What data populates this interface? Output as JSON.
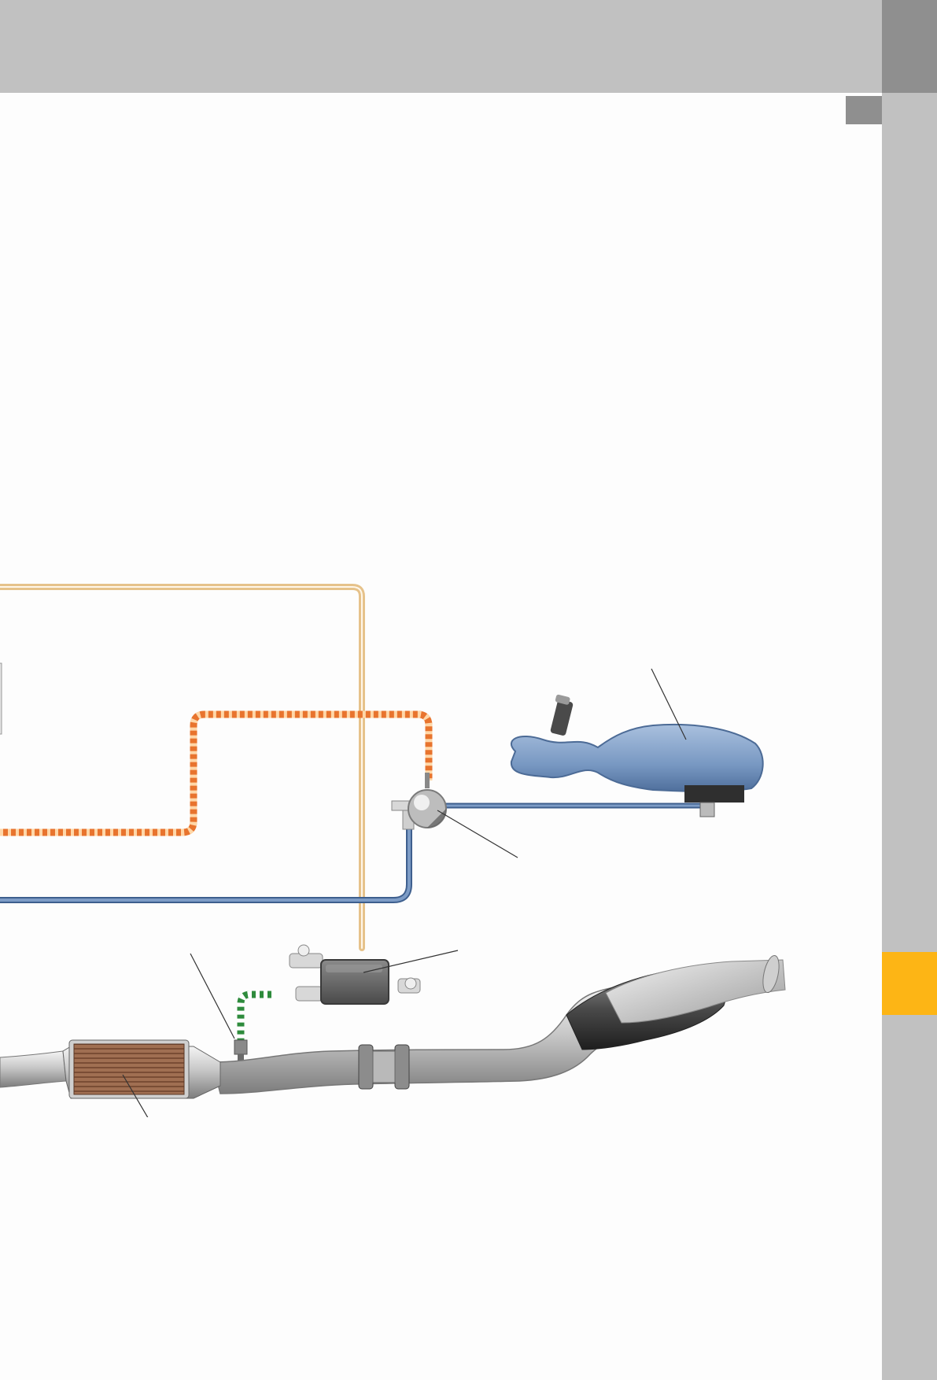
{
  "theme": {
    "header_gray": "#c1c1c1",
    "header_dark_gray": "#8f8f8f",
    "side_strip_gray": "#c1c1c1",
    "accent_yellow": "#fdb515",
    "line_tan": "#e6c28a",
    "line_orange": "#e8742e",
    "line_blue": "#5b7fae",
    "line_green": "#3aae4a",
    "tank_blue": "#7898c2",
    "catalyst_brown": "#9b6a4e"
  },
  "diagram": {
    "components": [
      {
        "id": "reducing-agent-tank",
        "icon": "tank-icon"
      },
      {
        "id": "reducing-agent-pump",
        "icon": "pump-icon"
      },
      {
        "id": "nox-sender-control-unit",
        "icon": "control-unit-icon"
      },
      {
        "id": "nox-sensor",
        "icon": "sensor-icon"
      },
      {
        "id": "scr-catalytic-converter",
        "icon": "catalyst-icon"
      },
      {
        "id": "exhaust-system",
        "icon": "exhaust-pipe-icon"
      }
    ]
  }
}
